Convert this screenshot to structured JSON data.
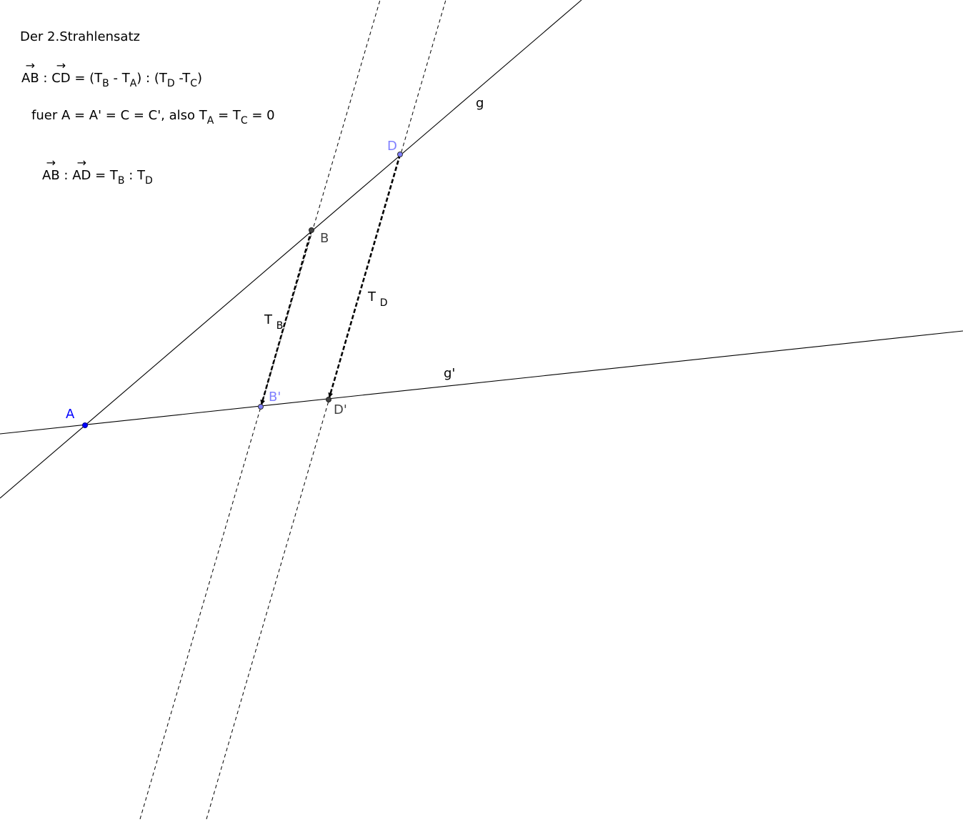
{
  "title": "Der 2.Strahlensatz",
  "formula1": {
    "vec1": "AB",
    "sep1": " : ",
    "vec2": "CD",
    "eq": " = (T",
    "s1": "B",
    "m1": " - T",
    "s2": "A",
    "m2": ") : (T",
    "s3": "D",
    "m3": " -T",
    "s4": "C",
    "m4": ")"
  },
  "formula2": {
    "a": "fuer A = A' = C = C', also T",
    "s1": "A",
    "b": " = T",
    "s2": "C",
    "c": " = 0"
  },
  "formula3": {
    "vec1": "AB",
    "sep1": " : ",
    "vec2": "AD",
    "eq": " = T",
    "s1": "B",
    "m1": " : T",
    "s2": "D"
  },
  "vector_arrow": "→",
  "points": {
    "A": "A",
    "B": "B",
    "D": "D",
    "Bp": "B'",
    "Dp": "D'"
  },
  "lines": {
    "g": "g",
    "gp": "g'"
  },
  "segments": {
    "TB": {
      "main": "T",
      "sub": "B"
    },
    "TD": {
      "main": "T",
      "sub": "D"
    }
  },
  "colors": {
    "line": "#000000",
    "point_A": "#0000ff",
    "point_free": "#7f7fff",
    "point_dependent": "#444444",
    "label_A": "#0000ff",
    "label_free": "#7f7fff",
    "label_dependent": "#444444"
  }
}
